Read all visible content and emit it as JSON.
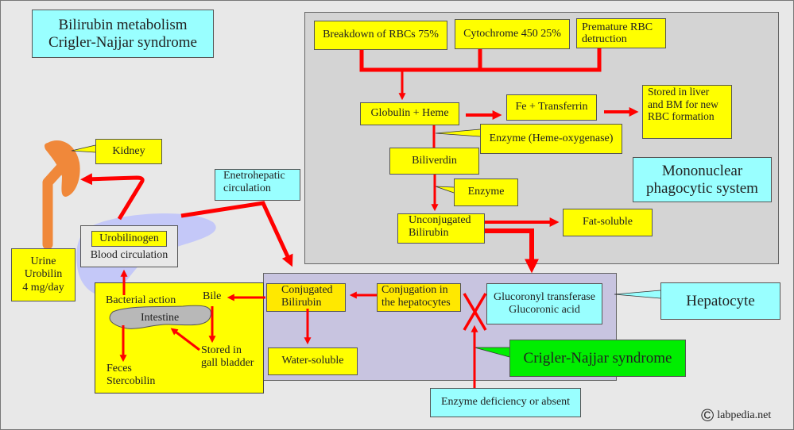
{
  "title": {
    "line1": "Bilirubin metabolism",
    "line2": "Crigler-Najjar syndrome"
  },
  "mps": {
    "label_line1": "Mononuclear",
    "label_line2": "phagocytic system",
    "sources": [
      "Breakdown of RBCs 75%",
      "Cytochrome 450 25%",
      "Premature RBC detruction"
    ],
    "globulin_heme": "Globulin + Heme",
    "fe_transferrin": "Fe + Transferrin",
    "stored_line1": "Stored in liver",
    "stored_line2": "and BM for new",
    "stored_line3": "RBC formation",
    "enzyme_heme_oxygenase": "Enzyme (Heme-oxygenase)",
    "biliverdin": "Biliverdin",
    "enzyme": "Enzyme",
    "unconjugated_line1": "Unconjugated",
    "unconjugated_line2": "Bilirubin",
    "fat_soluble": "Fat-soluble"
  },
  "hepatocyte": {
    "label": "Hepatocyte",
    "conjugated_line1": "Conjugated",
    "conjugated_line2": "Bilirubin",
    "conjugation_line1": "Conjugation in",
    "conjugation_line2": "the hepatocytes",
    "enzyme_line1": "Glucoronyl transferase",
    "enzyme_line2": "Glucoronic acid",
    "water_soluble": "Water-soluble",
    "block_mark": "X"
  },
  "crigler_najjar": "Crigler-Najjar syndrome",
  "enzyme_deficiency": "Enzyme deficiency or absent",
  "intestine_region": {
    "bile": "Bile",
    "bacterial_action": "Bacterial action",
    "intestine": "Intestine",
    "stored_gb_line1": "Stored in",
    "stored_gb_line2": "gall bladder",
    "feces_line1": "Feces",
    "feces_line2": "Stercobilin"
  },
  "circulation": {
    "urobilinogen": "Urobilinogen",
    "blood_circulation": "Blood circulation",
    "enterohepatic_line1": "Enetrohepatic",
    "enterohepatic_line2": "circulation"
  },
  "kidney": {
    "label": "Kidney",
    "urine_line1": "Urine",
    "urine_line2": "Urobilin",
    "urine_line3": "4 mg/day"
  },
  "watermark": {
    "symbol": "©",
    "text": "labpedia.net"
  },
  "colors": {
    "arrow": "#ff0000",
    "yellow": "#ffff00",
    "cyan": "#99ffff",
    "green": "#00ee00",
    "mps_region": "#d4d4d4",
    "hepatocyte_region": "#c8c4e0",
    "kidney": "#f0883a",
    "blood_blob": "#c4c8f8"
  }
}
